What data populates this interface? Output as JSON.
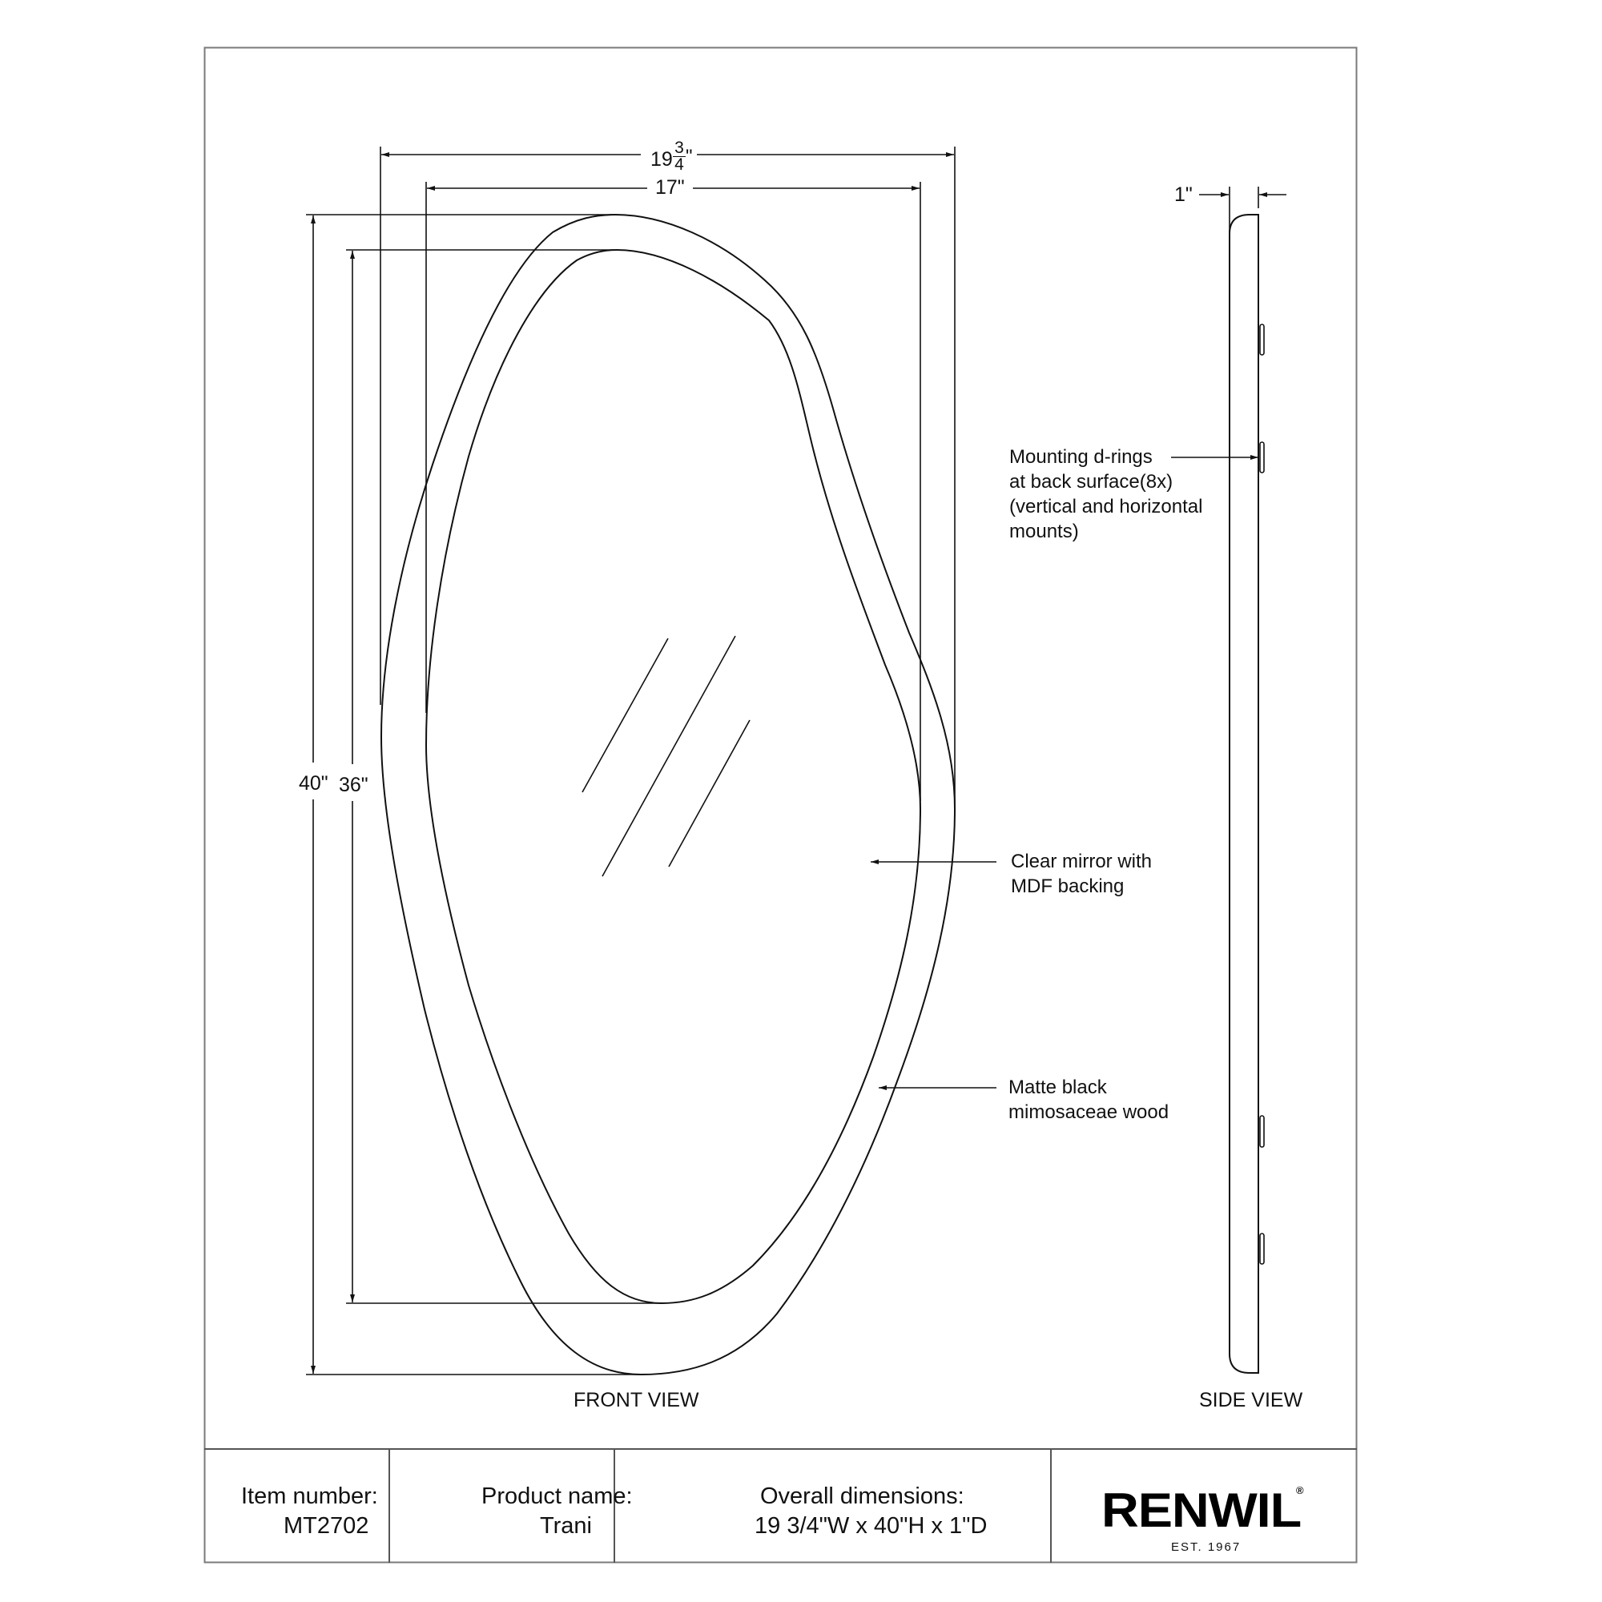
{
  "drawing": {
    "front_view": {
      "label": "FRONT VIEW",
      "dimensions": {
        "overall_width": {
          "whole": "19",
          "numerator": "3",
          "denominator": "4",
          "unit": "\""
        },
        "mirror_width": "17\"",
        "overall_height": "40\"",
        "mirror_height": "36\""
      }
    },
    "side_view": {
      "label": "SIDE VIEW",
      "depth": "1\"",
      "d_ring_count_shown": 4
    },
    "callouts": [
      {
        "lines": [
          "Mounting d-rings",
          "at back surface(8x)",
          "(vertical and horizontal",
          "mounts)"
        ]
      },
      {
        "lines": [
          "Clear mirror with",
          "MDF backing"
        ]
      },
      {
        "lines": [
          "Matte black",
          "mimosaceae wood"
        ]
      }
    ],
    "line_color": "#111111",
    "frame_color": "#7a7a7a"
  },
  "title_block": {
    "item_number_label": "Item number:",
    "item_number": "MT2702",
    "product_name_label": "Product name:",
    "product_name": "Trani",
    "overall_dimensions_label": "Overall dimensions:",
    "overall_dimensions": "19 3/4\"W x 40\"H x 1\"D",
    "brand": {
      "name": "RENWIL",
      "registered_mark": "®",
      "tagline": "EST. 1967"
    }
  }
}
